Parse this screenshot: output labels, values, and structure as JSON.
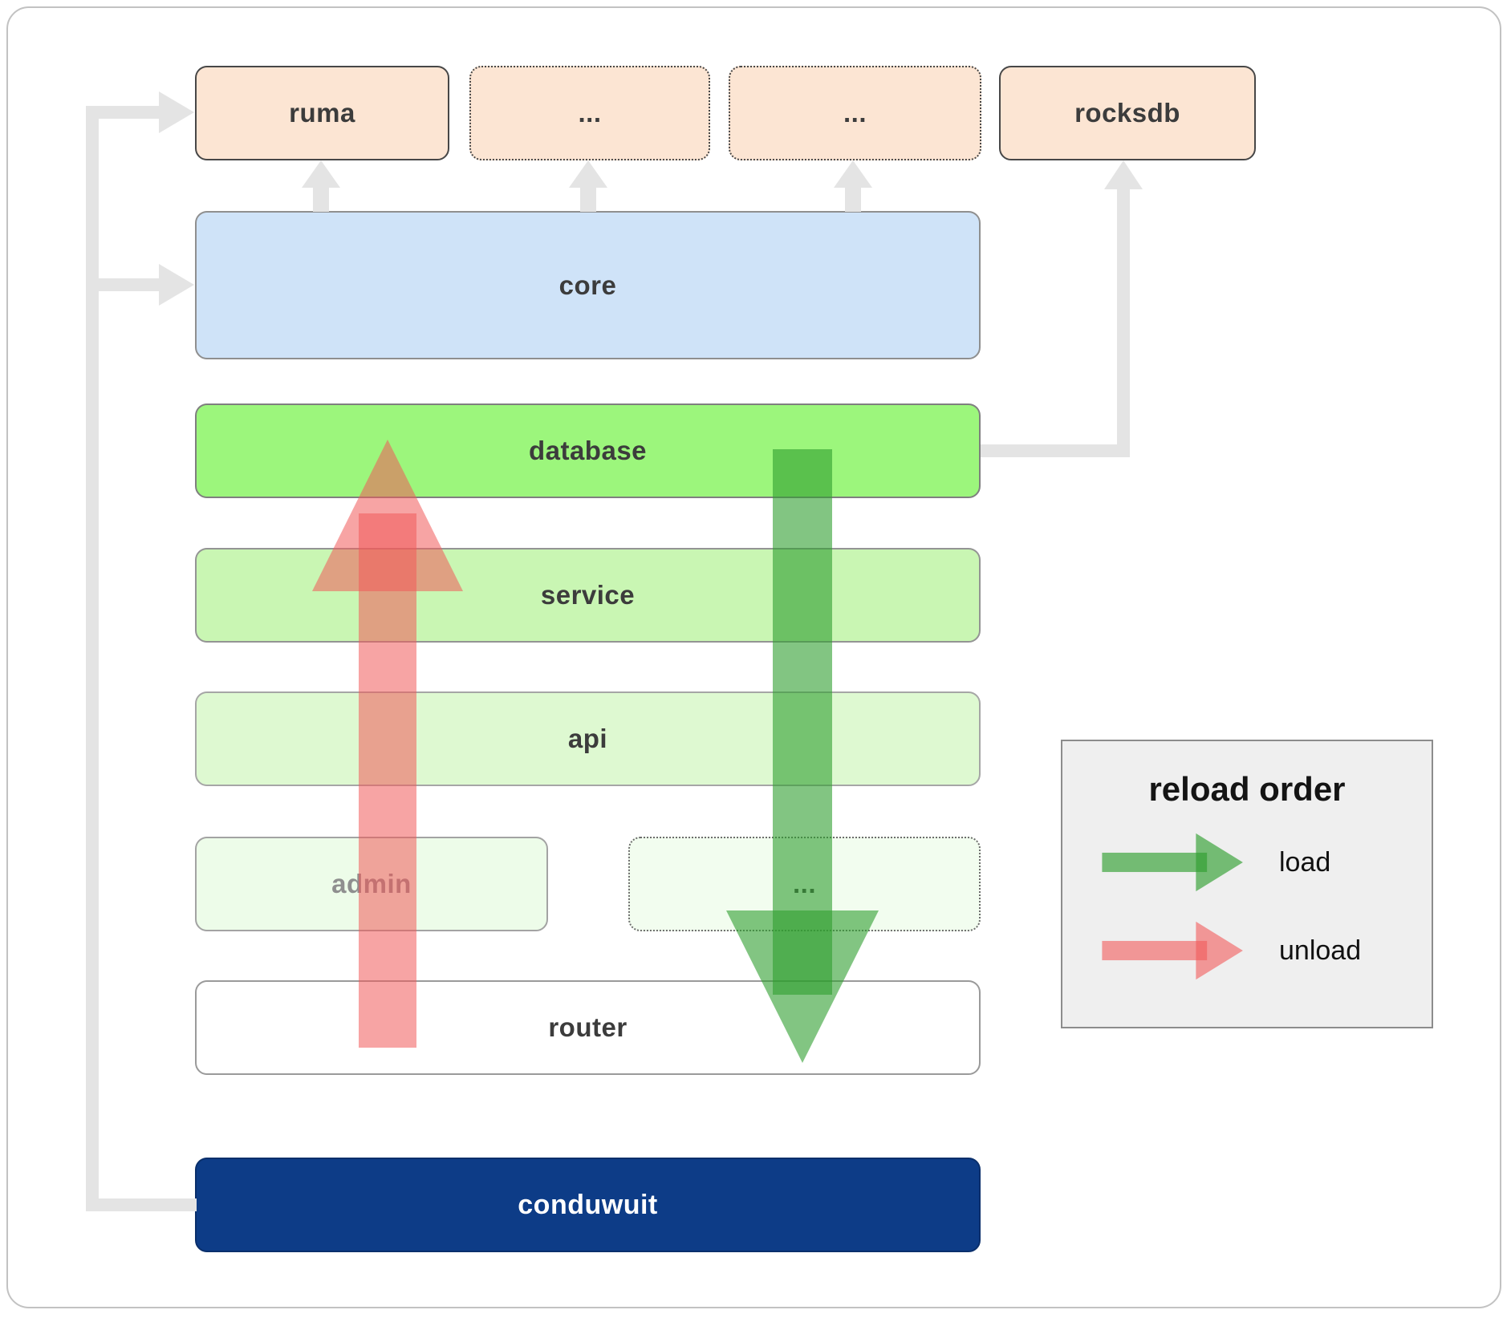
{
  "top_row": [
    {
      "label": "ruma",
      "border": "solid"
    },
    {
      "label": "...",
      "border": "dotted"
    },
    {
      "label": "...",
      "border": "dotted"
    },
    {
      "label": "rocksdb",
      "border": "solid"
    }
  ],
  "layers": {
    "core": {
      "label": "core"
    },
    "database": {
      "label": "database"
    },
    "service": {
      "label": "service"
    },
    "api": {
      "label": "api"
    },
    "admin": {
      "label": "admin"
    },
    "admin_more": {
      "label": "..."
    },
    "router": {
      "label": "router"
    },
    "conduwuit": {
      "label": "conduwuit"
    }
  },
  "legend": {
    "title": "reload order",
    "load_label": "load",
    "unload_label": "unload"
  },
  "colors": {
    "peach": "#fce5d3",
    "core_blue": "#cfe3f8",
    "database_green": "#9cf67c",
    "service_green": "#c9f6b3",
    "api_green": "#def9d1",
    "admin_green": "#edfce9",
    "conduwuit_navy": "#0d3c87",
    "arrow_gray": "#e4e4e4",
    "load_green": "#2f9e2f",
    "unload_red": "#f15a5a"
  }
}
